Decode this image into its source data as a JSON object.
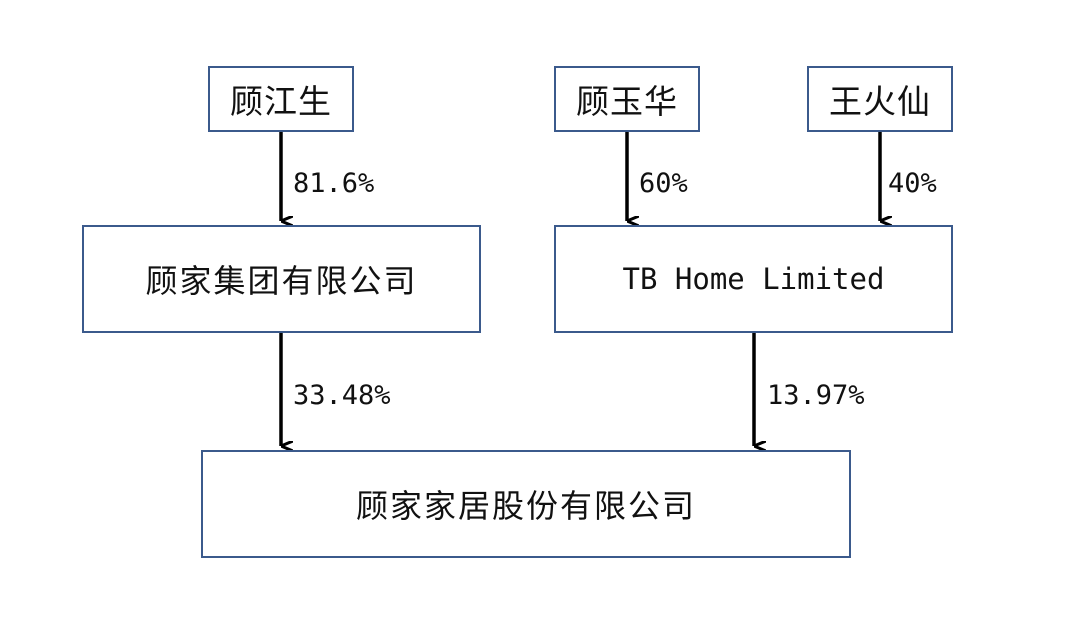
{
  "nodes": {
    "gu_jiangsheng": "顾江生",
    "gu_yuhua": "顾玉华",
    "wang_huoxian": "王火仙",
    "gujia_group": "顾家集团有限公司",
    "tb_home": "TB Home Limited",
    "gujia_home": "顾家家居股份有限公司"
  },
  "edges": [
    {
      "from": "顾江生",
      "to": "顾家集团有限公司",
      "label": "81.6%"
    },
    {
      "from": "顾玉华",
      "to": "TB Home Limited",
      "label": "60%"
    },
    {
      "from": "王火仙",
      "to": "TB Home Limited",
      "label": "40%"
    },
    {
      "from": "顾家集团有限公司",
      "to": "顾家家居股份有限公司",
      "label": "33.48%"
    },
    {
      "from": "TB Home Limited",
      "to": "顾家家居股份有限公司",
      "label": "13.97%"
    }
  ],
  "colors": {
    "box_border": "#3b5a8c",
    "arrow": "#000000",
    "text": "#111111"
  }
}
